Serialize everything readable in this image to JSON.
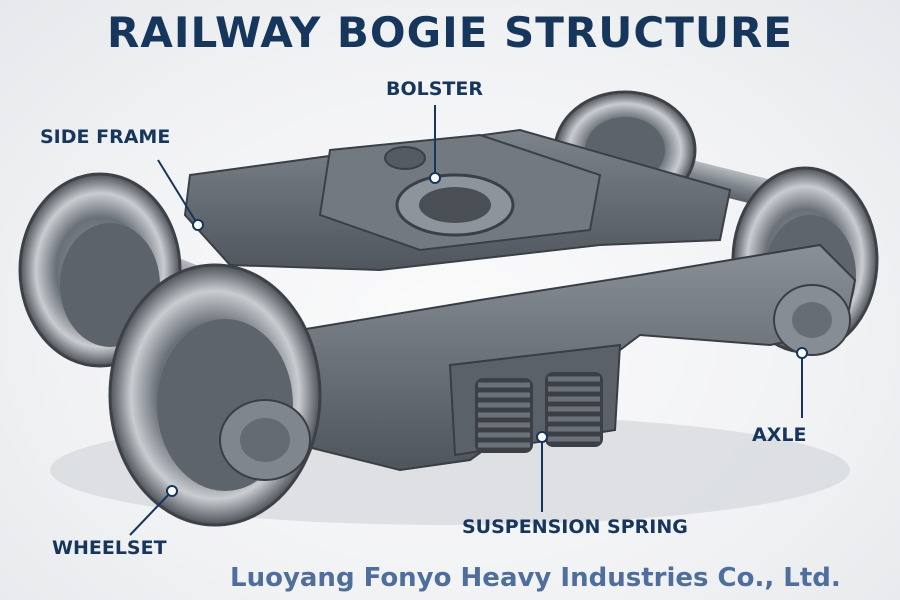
{
  "title": "RAILWAY BOGIE STRUCTURE",
  "labels": {
    "bolster": "BOLSTER",
    "side_frame": "SIDE FRAME",
    "axle": "AXLE",
    "wheelset": "WHEELSET",
    "suspension_spring": "SUSPENSION SPRING"
  },
  "footer": "Luoyang Fonyo Heavy Industries Co., Ltd.",
  "colors": {
    "title": "#16365c",
    "footer": "#4f6e9b",
    "steel": "#6d737b"
  }
}
